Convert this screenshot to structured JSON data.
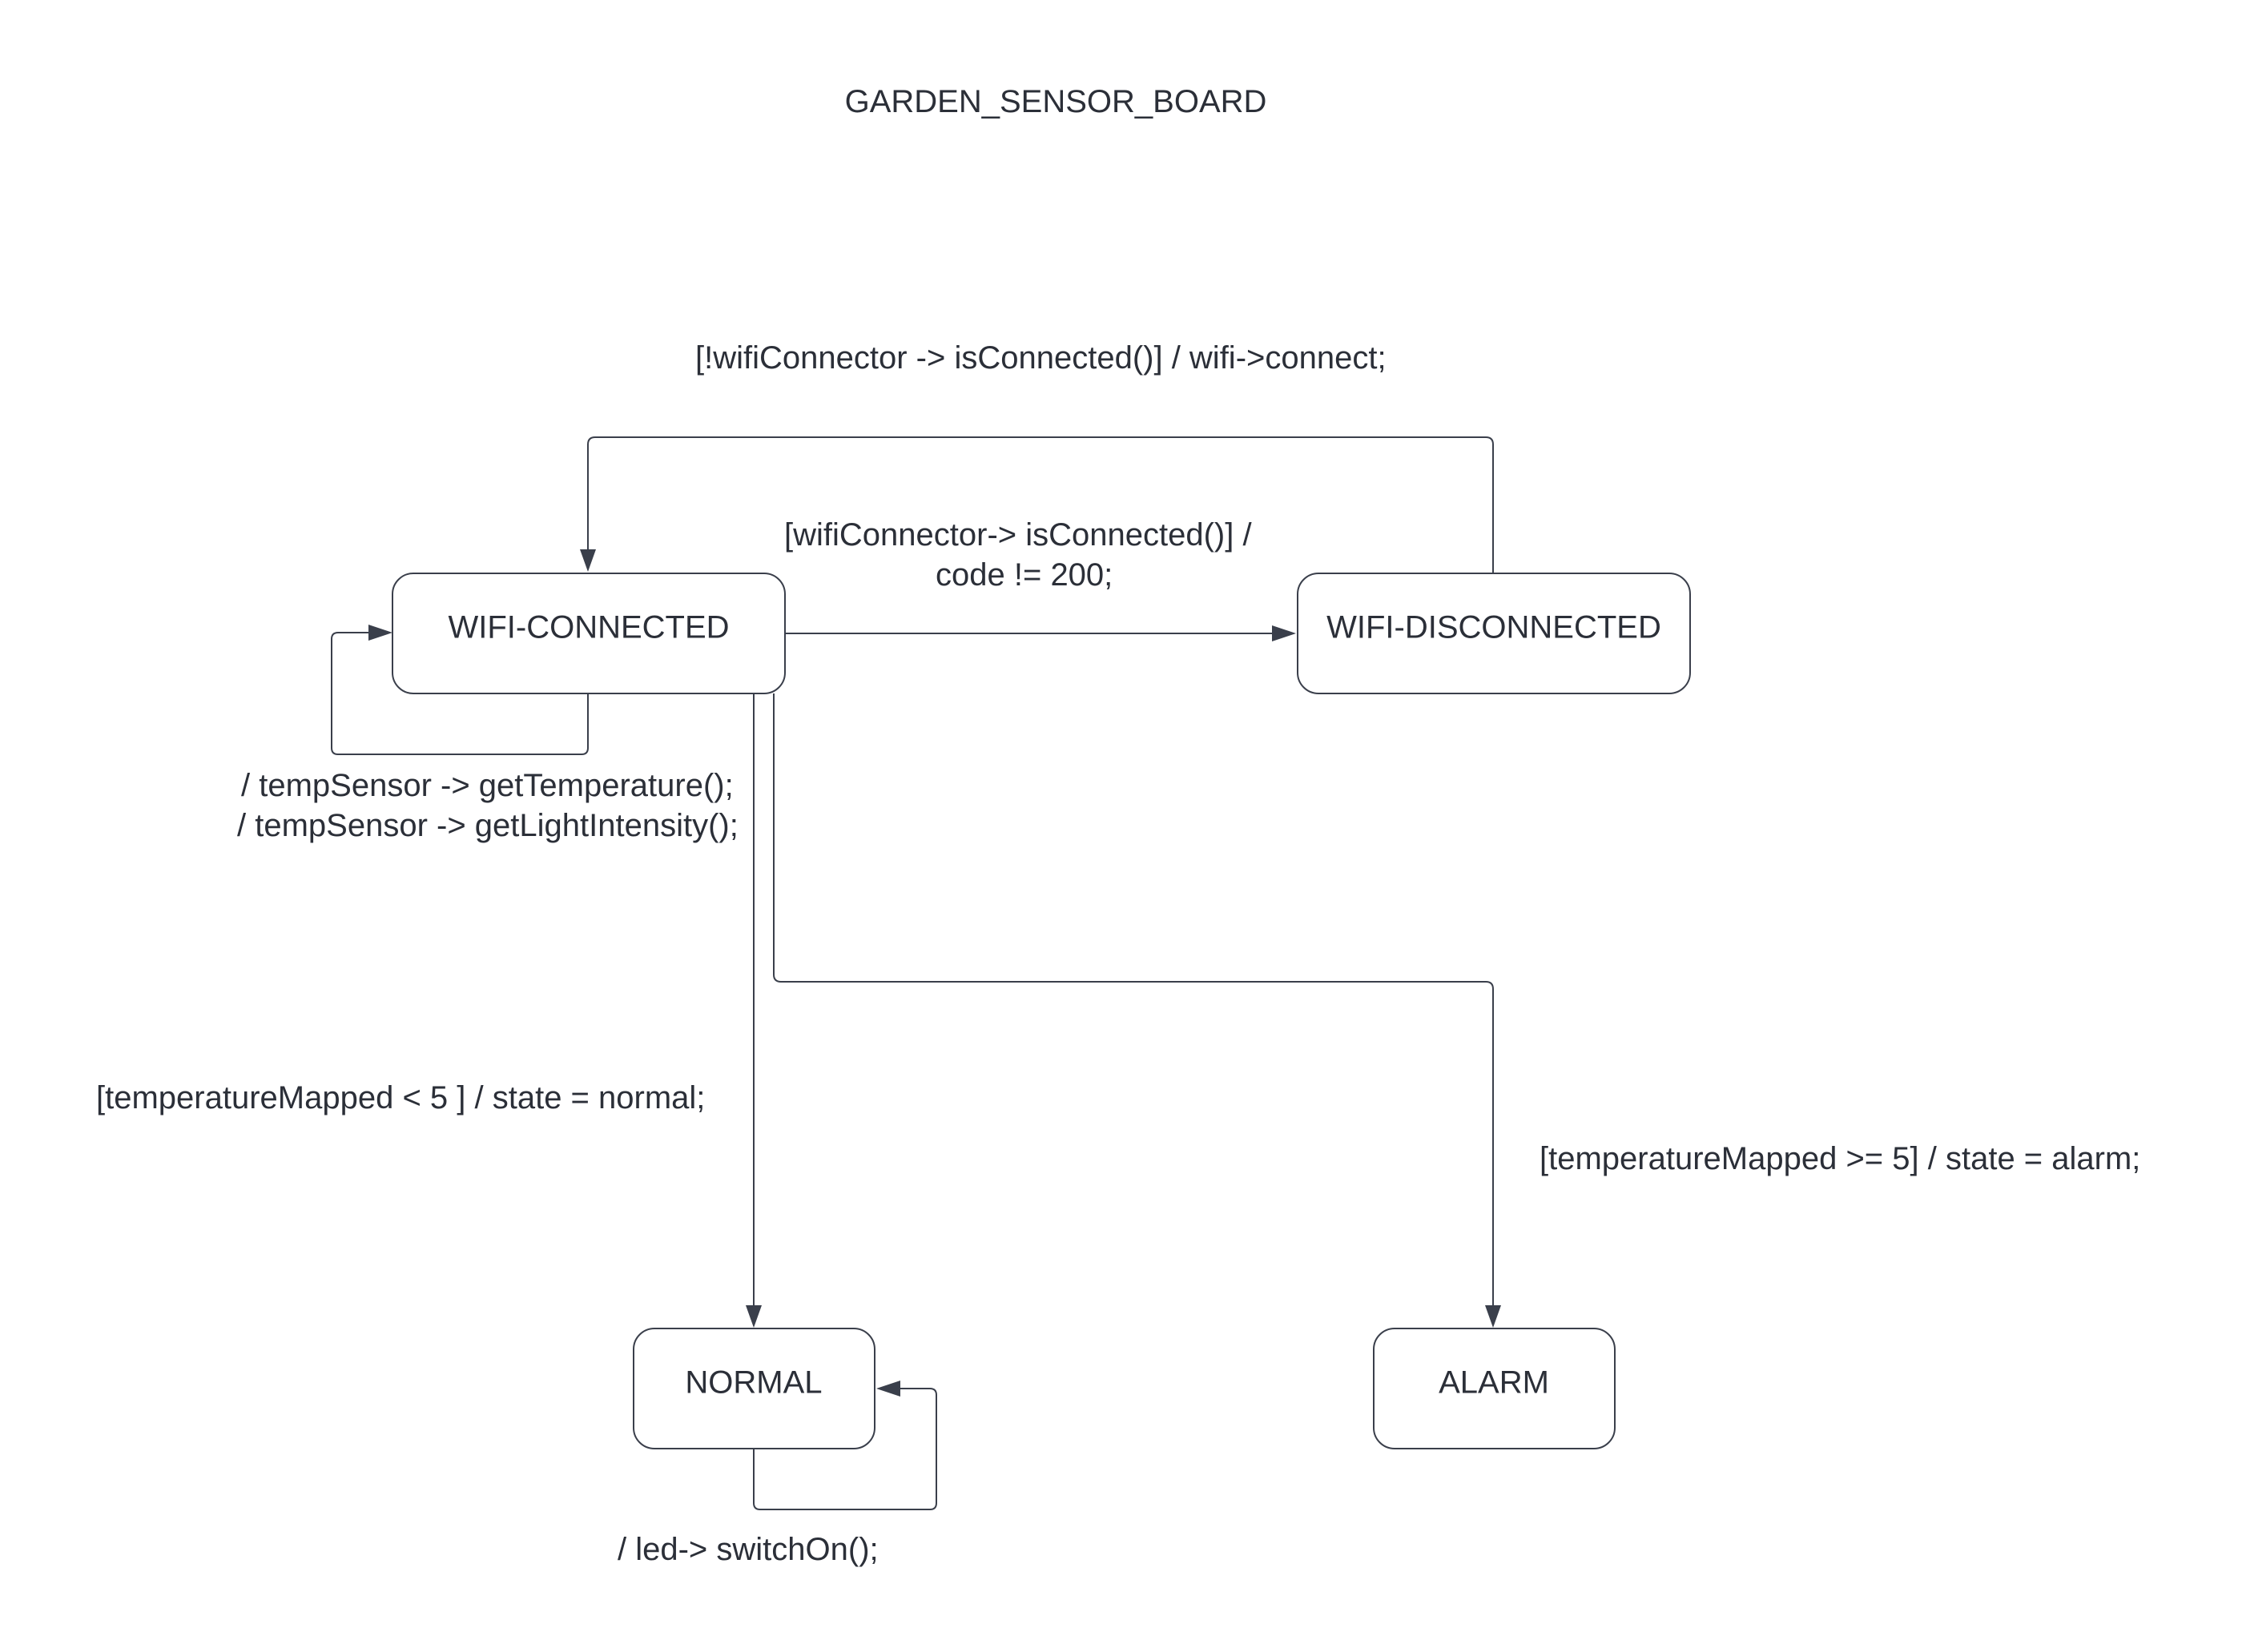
{
  "diagram": {
    "title": "GARDEN_SENSOR_BOARD",
    "states": {
      "wifi_connected": "WIFI-CONNECTED",
      "wifi_disconnected": "WIFI-DISCONNECTED",
      "normal": "NORMAL",
      "alarm": "ALARM"
    },
    "transitions": {
      "reconnect": "[!wifiConnector -> isConnected()] / wifi->connect;",
      "disconnect_line1": "[wifiConnector-> isConnected()] /",
      "disconnect_line2": "code != 200;",
      "sensor_self_line1": "/ tempSensor -> getTemperature();",
      "sensor_self_line2": "/ tempSensor -> getLightIntensity();",
      "to_normal": "[temperatureMapped < 5 ] / state = normal;",
      "to_alarm": "[temperatureMapped >= 5] / state = alarm;",
      "led_self": "/ led-> switchOn();"
    },
    "colors": {
      "line": "#3a3f4b",
      "text": "#2b2f38",
      "background": "#ffffff"
    }
  }
}
